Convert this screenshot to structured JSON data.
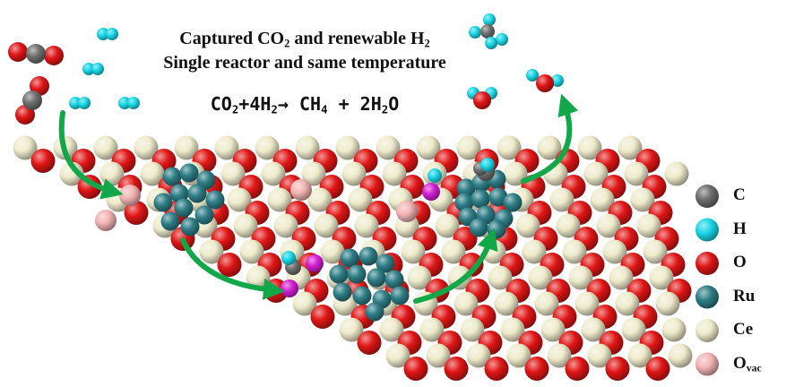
{
  "title_line1": {
    "pre": "Captured CO",
    "sub1": "2",
    "mid": " and renewable H",
    "sub2": "2"
  },
  "title_line2": "Single reactor and same temperature",
  "equation": {
    "a": "CO",
    "a_sub": "2",
    "b": "+4H",
    "b_sub": "2",
    "c": "→ CH",
    "c_sub": "4",
    "d": " + 2H",
    "d_sub": "2",
    "e": "O"
  },
  "legend": [
    {
      "label": "C",
      "sub": "",
      "color": "#6e6e6e"
    },
    {
      "label": "H",
      "sub": "",
      "color": "#19d6e6"
    },
    {
      "label": "O",
      "sub": "",
      "color": "#e01515"
    },
    {
      "label": "Ru",
      "sub": "",
      "color": "#2e7d86"
    },
    {
      "label": "Ce",
      "sub": "",
      "color": "#eeebcb"
    },
    {
      "label": "O",
      "sub": "vac",
      "color": "#f2b3b3"
    }
  ],
  "colors": {
    "ce": "#eeebcb",
    "o": "#e01515",
    "ru": "#2e7d86",
    "c": "#6e6e6e",
    "h": "#19d6e6",
    "ovac": "#f2b3b3",
    "adsorbate": "#d21ed2",
    "arrow": "#12a84a"
  }
}
